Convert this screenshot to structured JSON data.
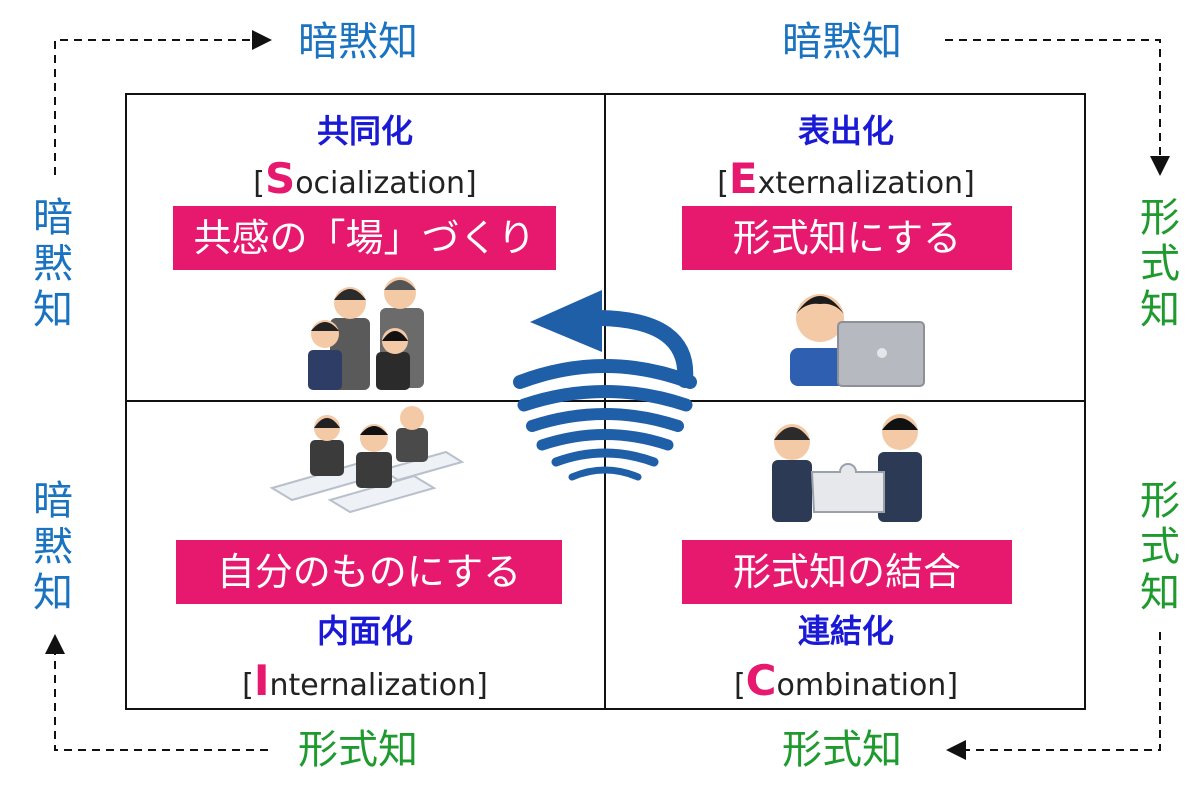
{
  "edge_labels": {
    "top_left": "暗黙知",
    "top_right": "暗黙知",
    "bottom_left": "形式知",
    "bottom_right": "形式知",
    "left_top": [
      "暗",
      "黙",
      "知"
    ],
    "left_bottom": [
      "暗",
      "黙",
      "知"
    ],
    "right_top": [
      "形",
      "式",
      "知"
    ],
    "right_bottom": [
      "形",
      "式",
      "知"
    ]
  },
  "quadrants": {
    "socialization": {
      "title": "共同化",
      "initial": "S",
      "rest": "ocialization",
      "banner": "共感の「場」づくり"
    },
    "externalization": {
      "title": "表出化",
      "initial": "E",
      "rest": "xternalization",
      "banner": "形式知にする"
    },
    "internalization": {
      "title": "内面化",
      "initial": "I",
      "rest": "nternalization",
      "banner": "自分のものにする"
    },
    "combination": {
      "title": "連結化",
      "initial": "C",
      "rest": "ombination",
      "banner": "形式知の結合"
    }
  },
  "colors": {
    "tacit": "#1a73c0",
    "explicit": "#1e9a2e",
    "title": "#1a1ad6",
    "accent": "#e6196e",
    "spiral": "#1f5fa8"
  }
}
